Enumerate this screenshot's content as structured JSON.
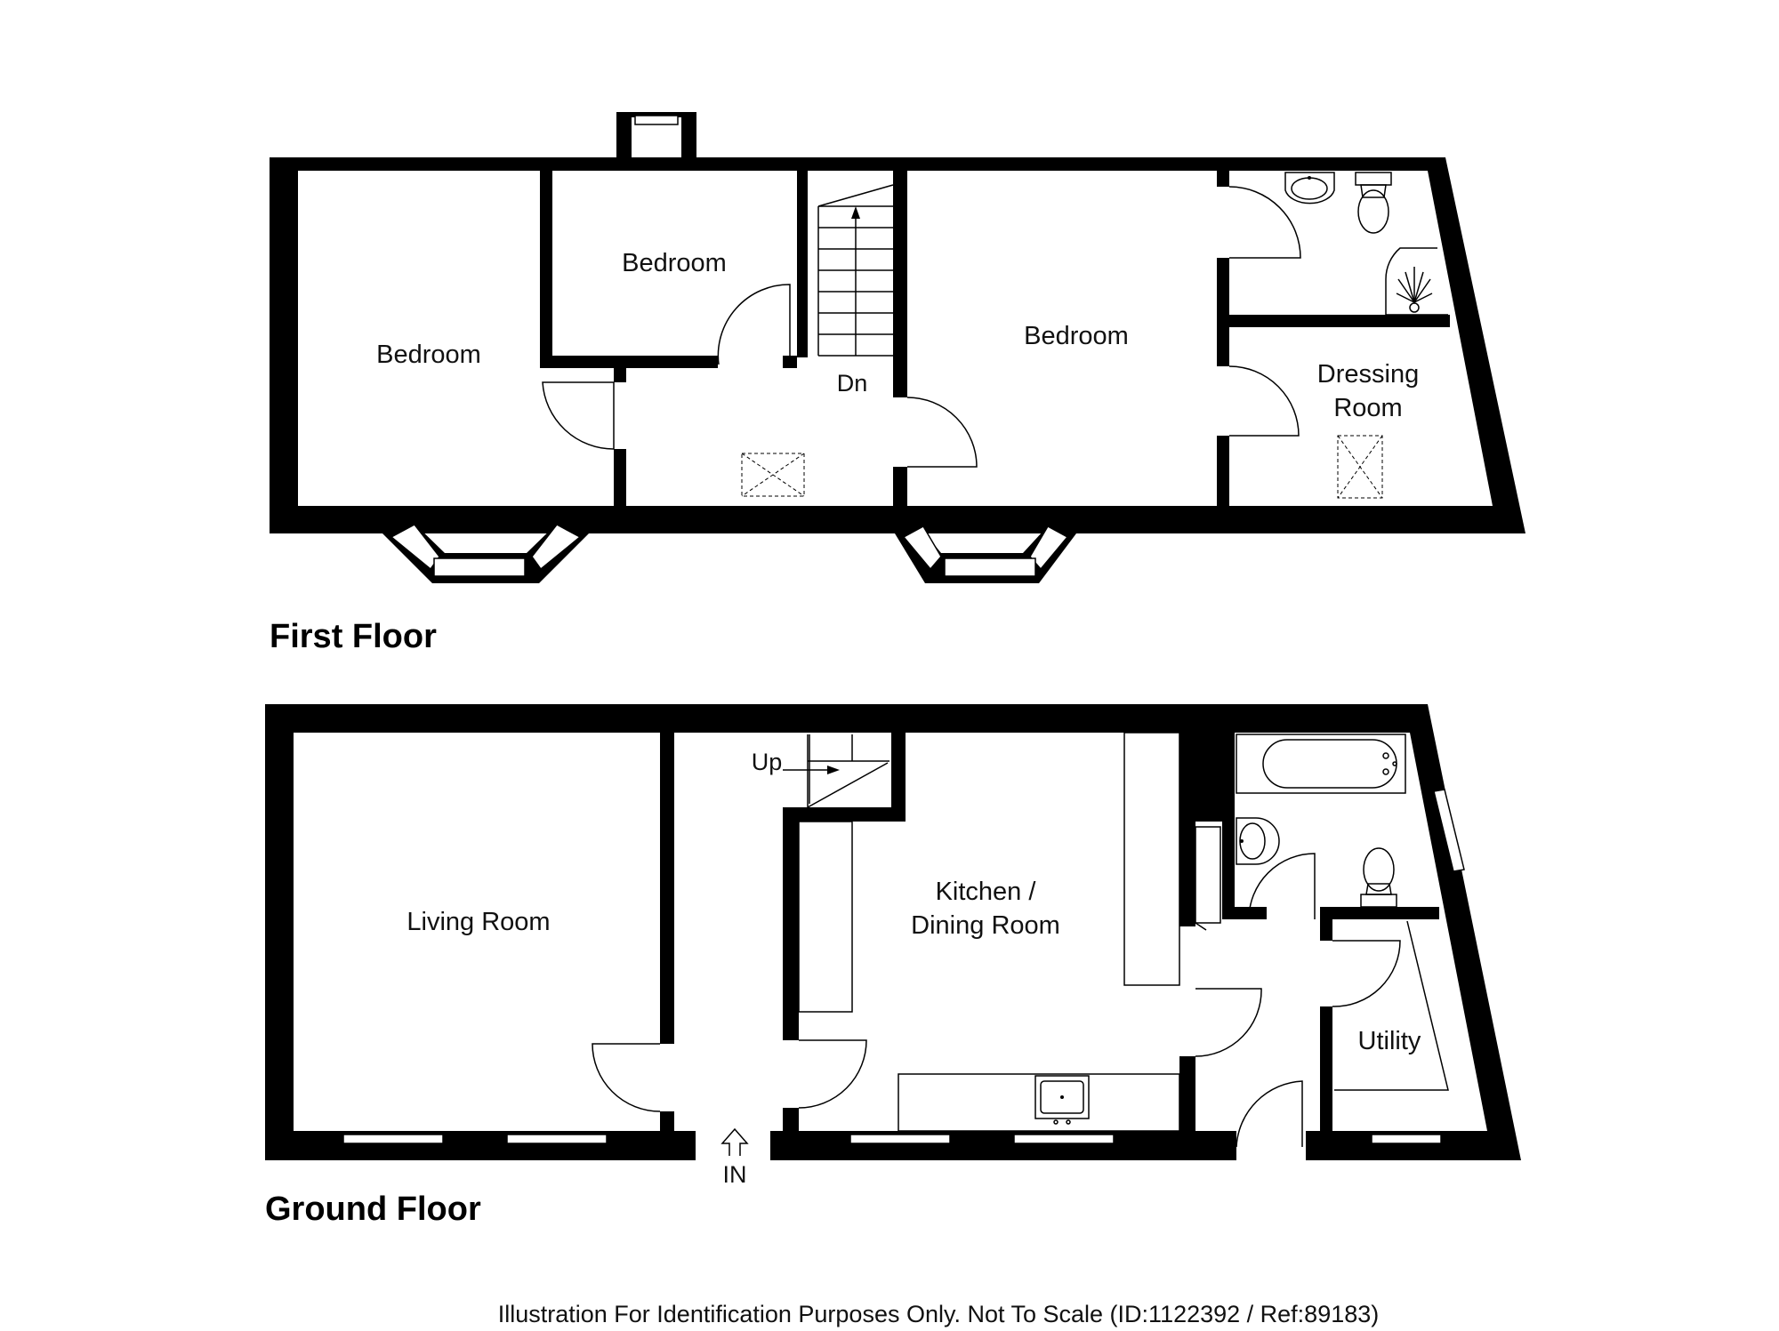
{
  "colors": {
    "wall": "#000000",
    "background": "#ffffff",
    "text": "#111111"
  },
  "first_floor": {
    "label": "First Floor",
    "rooms": {
      "bedroom_left": "Bedroom",
      "bedroom_small": "Bedroom",
      "bedroom_right": "Bedroom",
      "dressing_room_line1": "Dressing",
      "dressing_room_line2": "Room"
    },
    "stairs_label": "Dn"
  },
  "ground_floor": {
    "label": "Ground Floor",
    "rooms": {
      "living_room": "Living Room",
      "kitchen_line1": "Kitchen /",
      "kitchen_line2": "Dining Room",
      "utility": "Utility"
    },
    "stairs_label": "Up",
    "entrance_label": "IN"
  },
  "footer": {
    "disclaimer": "Illustration For Identification Purposes Only. Not To Scale (ID:1122392 / Ref:89183)"
  },
  "icons": [
    "stair-arrow-icon",
    "entrance-arrow-icon",
    "sink-icon",
    "toilet-icon",
    "shower-icon",
    "bath-icon",
    "skylight-icon"
  ]
}
